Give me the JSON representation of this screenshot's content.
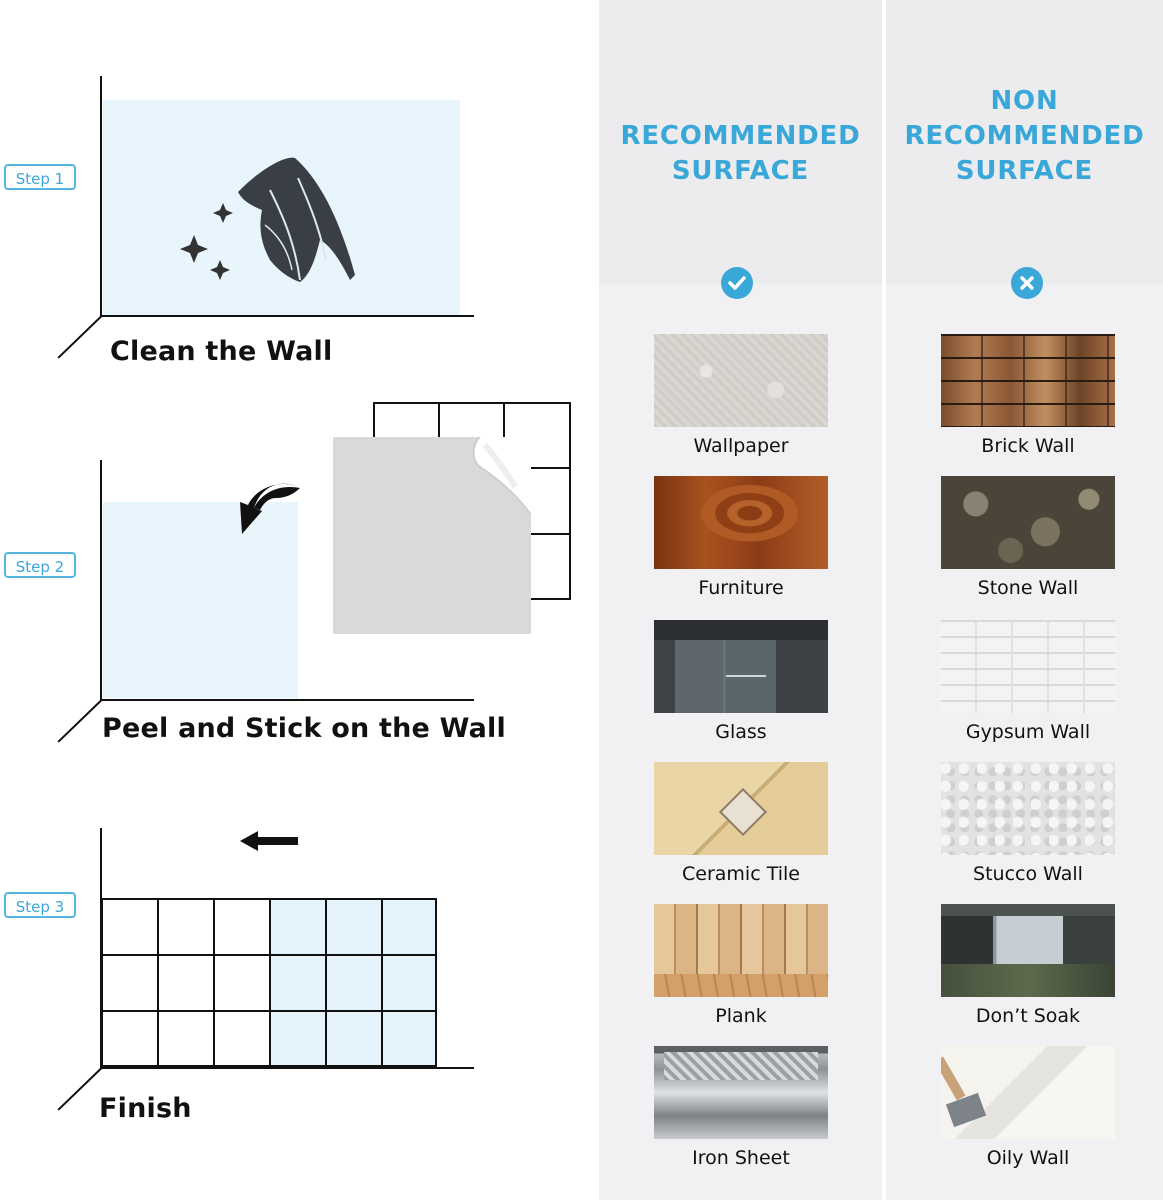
{
  "steps": [
    {
      "badge": "Step 1",
      "caption": "Clean the Wall"
    },
    {
      "badge": "Step 2",
      "caption": "Peel and Stick on the Wall"
    },
    {
      "badge": "Step 3",
      "caption": "Finish"
    }
  ],
  "columns": {
    "recommended": {
      "title_lines": [
        "RECOMMENDED",
        "SURFACE"
      ],
      "icon": "check-icon",
      "items": [
        "Wallpaper",
        "Furniture",
        "Glass",
        "Ceramic Tile",
        "Plank",
        "Iron Sheet"
      ]
    },
    "non_recommended": {
      "title_lines": [
        "NON",
        "RECOMMENDED",
        "SURFACE"
      ],
      "icon": "cross-icon",
      "items": [
        "Brick Wall",
        "Stone Wall",
        "Gypsum Wall",
        "Stucco Wall",
        "Don’t Soak",
        "Oily Wall"
      ]
    }
  },
  "colors": {
    "accent": "#3aa7d9",
    "wall_fill": "#e9f5fc",
    "column_bg": "#f1f1f4"
  }
}
